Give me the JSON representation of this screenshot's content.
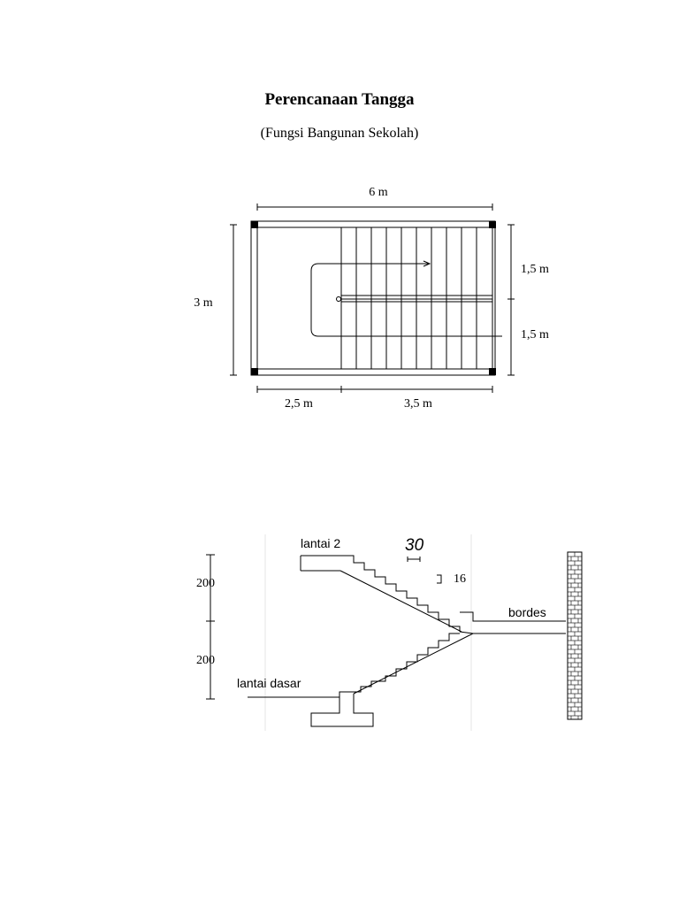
{
  "header": {
    "title": "Perencanaan Tangga",
    "subtitle": "(Fungsi Bangunan Sekolah)"
  },
  "plan": {
    "width_label": "6 m",
    "height_label": "3 m",
    "right_upper_label": "1,5 m",
    "right_lower_label": "1,5 m",
    "bottom_left_label": "2,5 m",
    "bottom_right_label": "3,5 m"
  },
  "section": {
    "upper_floor_label": "lantai 2",
    "ground_floor_label": "lantai dasar",
    "landing_label": "bordes",
    "tread_label": "30",
    "riser_label": "16",
    "upper_height_label": "200",
    "lower_height_label": "200"
  }
}
